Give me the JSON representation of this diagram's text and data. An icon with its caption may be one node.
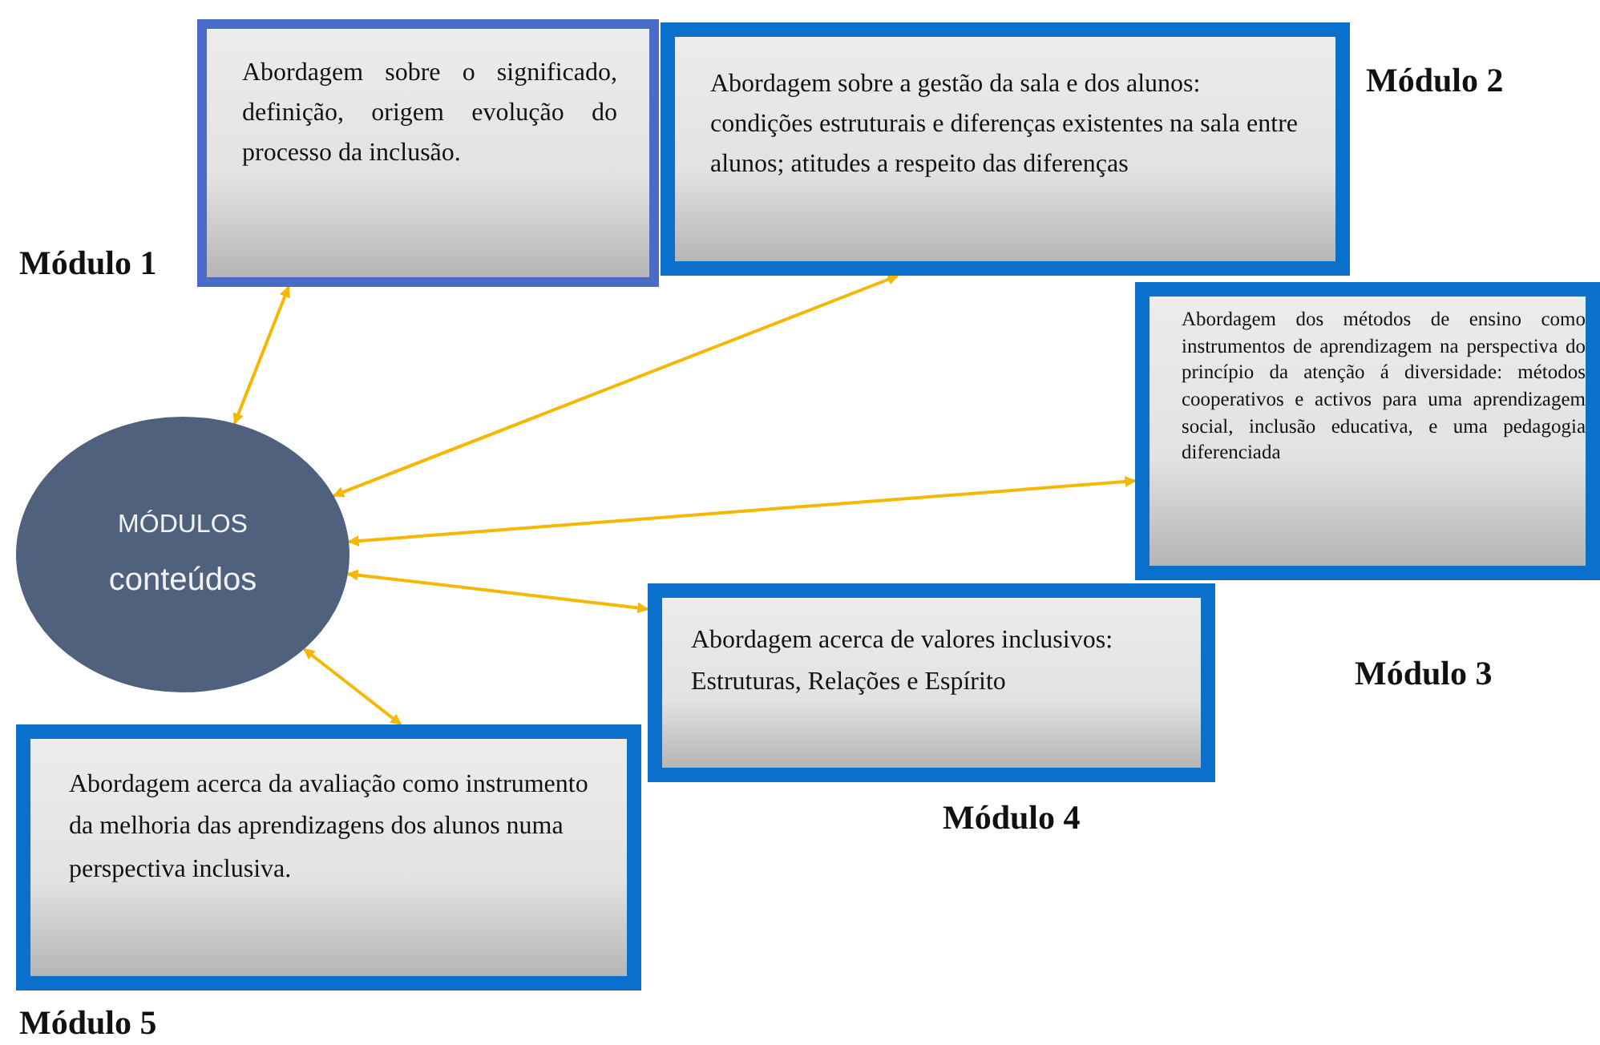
{
  "diagram": {
    "nodes": [
      {
        "text": [
          "MÓDULOS",
          "conteúdos"
        ]
      },
      {
        "text": [
          "Abordagem sobre o significado, definição, origem evolução do processo da inclusão."
        ],
        "beside": [
          "Módulo 1"
        ]
      },
      {
        "text": [
          "Abordagem sobre a gestão da sala e dos alunos: condições estruturais e diferenças existentes na sala entre alunos; atitudes a respeito das diferenças"
        ],
        "beside": [
          "Módulo 2"
        ]
      },
      {
        "text": [
          "Abordagem dos métodos de ensino como instrumentos de aprendizagem na perspectiva do princípio da atenção á diversidade: métodos cooperativos e activos para uma aprendizagem social, inclusão educativa, e uma pedagogia diferenciada"
        ],
        "beside": [
          "Módulo 3"
        ]
      },
      {
        "text": [
          "Abordagem acerca de valores inclusivos: Estruturas, Relações e Espírito"
        ],
        "beside": [
          "Módulo 4"
        ]
      },
      {
        "text": [
          "Abordagem acerca da avaliação como instrumento da melhoria das aprendizagens dos alunos numa perspectiva inclusiva."
        ],
        "beside": [
          "Módulo 5"
        ]
      }
    ],
    "edges": [
      {
        "from": 0,
        "to": 1,
        "arrow": "both"
      },
      {
        "from": 0,
        "to": 2,
        "arrow": "both"
      },
      {
        "from": 0,
        "to": 3,
        "arrow": "both"
      },
      {
        "from": 0,
        "to": 4,
        "arrow": "both"
      },
      {
        "from": 0,
        "to": 5,
        "arrow": "both"
      }
    ]
  }
}
